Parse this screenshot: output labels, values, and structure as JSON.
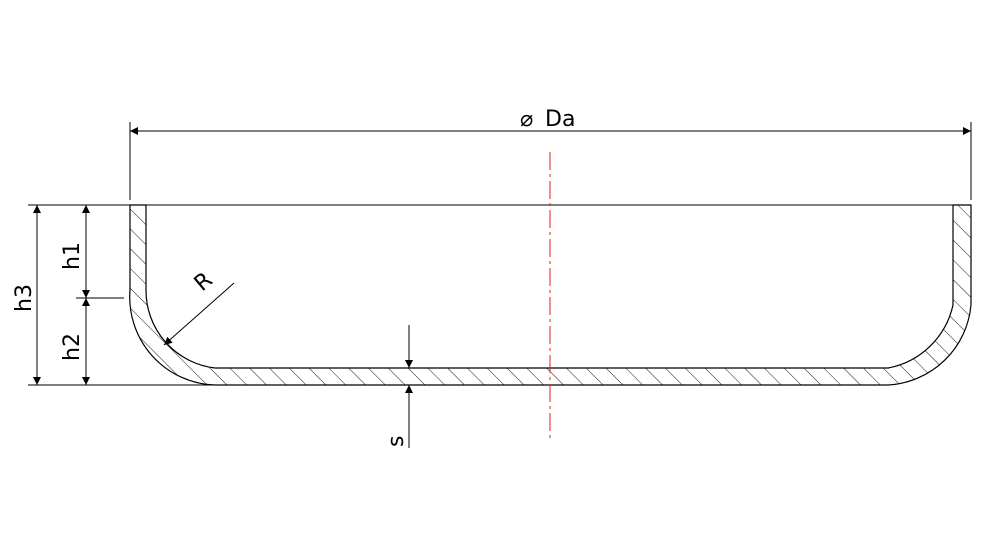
{
  "labels": {
    "diameter_symbol": "⌀",
    "diameter": "Da",
    "h1": "h1",
    "h2": "h2",
    "h3": "h3",
    "radius": "R",
    "thickness": "s"
  },
  "colors": {
    "outline": "#000000",
    "centerline": "#d22222",
    "background": "#ffffff"
  }
}
